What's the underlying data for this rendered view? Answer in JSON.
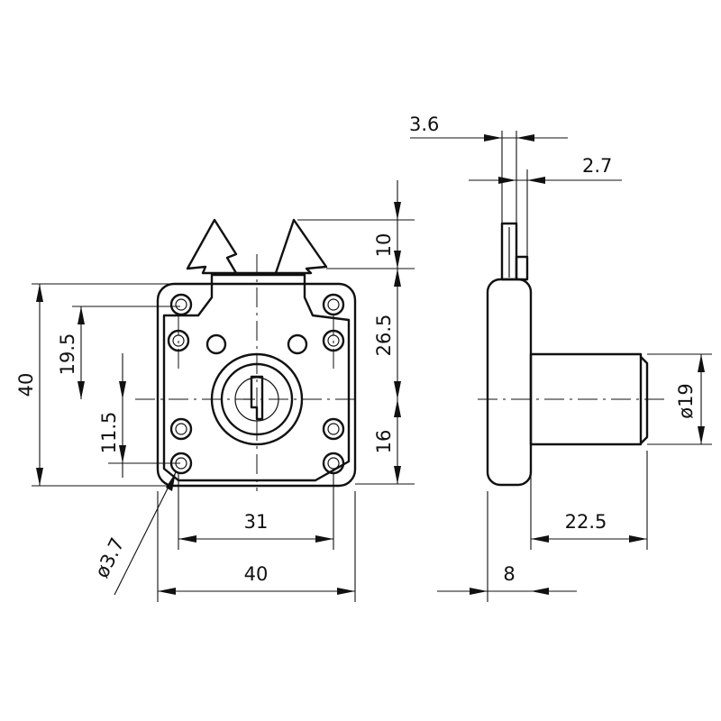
{
  "dimensions": {
    "top_3_6": "3.6",
    "top_2_7": "2.7",
    "height_10": "10",
    "height_26_5": "26.5",
    "height_16": "16",
    "diameter_19": "ø19",
    "left_40": "40",
    "left_19_5": "19.5",
    "left_11_5": "11.5",
    "hole_diameter": "ø3.7",
    "bottom_31": "31",
    "bottom_40": "40",
    "side_22_5": "22.5",
    "side_8": "8"
  }
}
